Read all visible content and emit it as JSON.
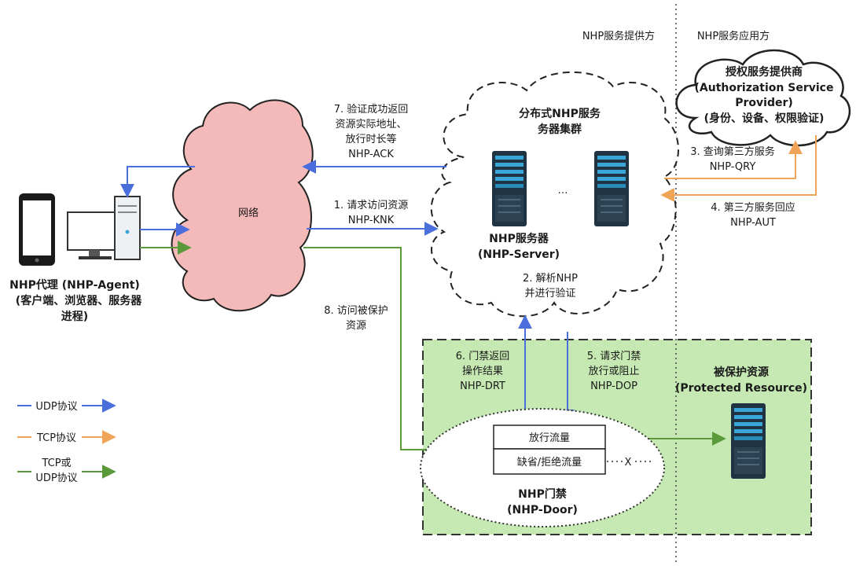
{
  "providers": {
    "service_provider": "NHP服务提供方",
    "service_user": "NHP服务应用方"
  },
  "auth_provider": {
    "line1": "授权服务提供商",
    "line2": "(Authorization Service",
    "line3": "Provider)",
    "line4": "(身份、设备、权限验证)"
  },
  "cluster": {
    "line1": "分布式NHP服务",
    "line2": "务器集群",
    "ellipsis": "…",
    "server_name": "NHP服务器",
    "server_sub": "(NHP-Server)",
    "step2_line1": "2. 解析NHP",
    "step2_line2": "并进行验证"
  },
  "network": {
    "label": "网络"
  },
  "agent": {
    "line1": "NHP代理 (NHP-Agent)",
    "line2": "(客户端、浏览器、服务器",
    "line3": "进程)"
  },
  "steps": {
    "s1_line1": "1. 请求访问资源",
    "s1_line2": "NHP-KNK",
    "s3_line1": "3. 查询第三方服务",
    "s3_line2": "NHP-QRY",
    "s4_line1": "4. 第三方服务回应",
    "s4_line2": "NHP-AUT",
    "s5_line1": "5. 请求门禁",
    "s5_line2": "放行或阻止",
    "s5_line3": "NHP-DOP",
    "s6_line1": "6. 门禁返回",
    "s6_line2": "操作结果",
    "s6_line3": "NHP-DRT",
    "s7_line1": "7. 验证成功返回",
    "s7_line2": "资源实际地址、",
    "s7_line3": "放行时长等",
    "s7_line4": "NHP-ACK",
    "s8_line1": "8. 访问被保护",
    "s8_line2": "资源"
  },
  "door": {
    "allow": "放行流量",
    "deny": "缺省/拒绝流量",
    "x_mark": "X",
    "name": "NHP门禁",
    "name_sub": "(NHP-Door)"
  },
  "protected": {
    "line1": "被保护资源",
    "line2": "(Protected Resource)"
  },
  "legend": {
    "udp": "UDP协议",
    "tcp": "TCP协议",
    "both_line1": "TCP或",
    "both_line2": "UDP协议"
  },
  "colors": {
    "udp": "#4a6fdc",
    "tcp": "#f0a457",
    "both": "#5a9a3a",
    "network_fill": "#f4b9b9",
    "zone_fill": "#c6e9b3"
  }
}
